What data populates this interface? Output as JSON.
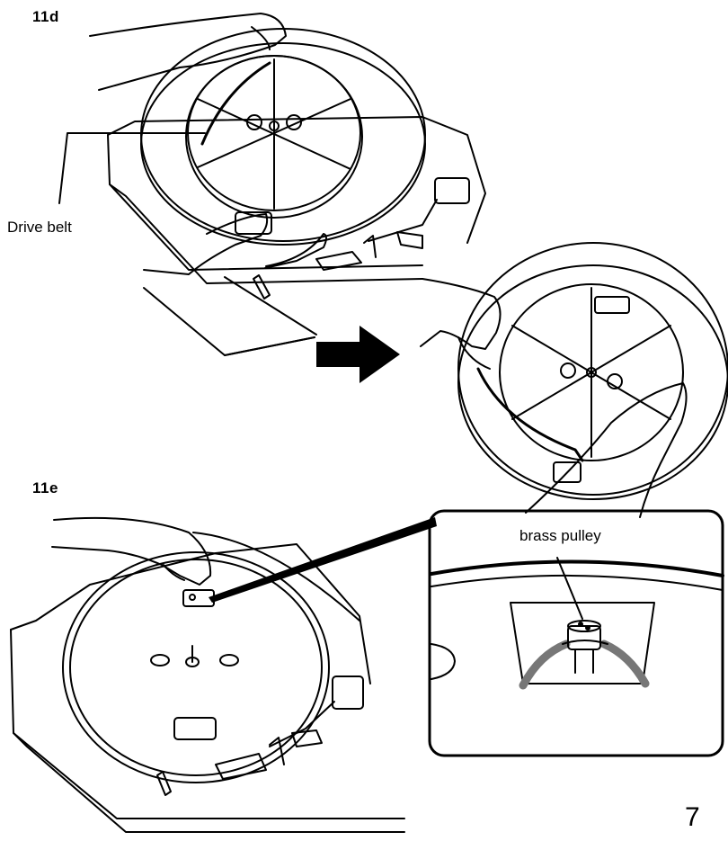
{
  "figures": {
    "step_11d": {
      "label": "11d",
      "callout": "Drive belt"
    },
    "step_11e": {
      "label": "11e",
      "callout": "brass pulley"
    }
  },
  "page_number": "7"
}
